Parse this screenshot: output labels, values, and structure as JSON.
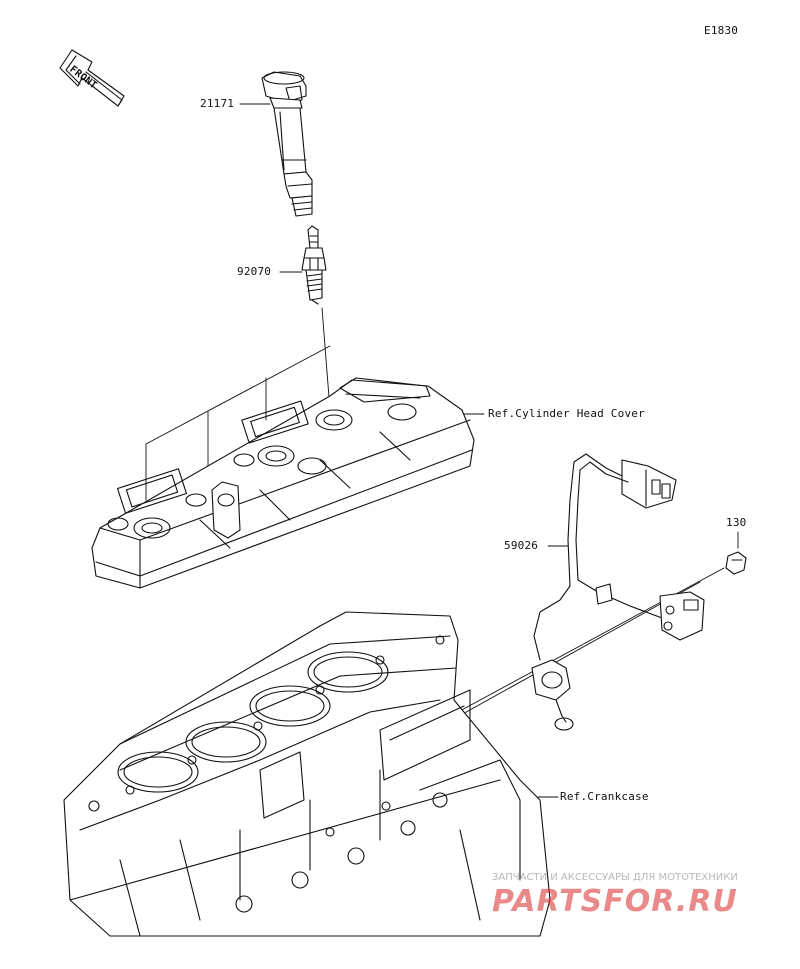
{
  "diagram": {
    "code": "E1830",
    "front_arrow": "FRONT"
  },
  "parts": [
    {
      "number": "21171"
    },
    {
      "number": "92070"
    },
    {
      "number": "59026"
    },
    {
      "number": "130"
    }
  ],
  "references": {
    "cylinder_head_cover": "Ref.Cylinder Head Cover",
    "crankcase": "Ref.Crankcase"
  },
  "watermark": {
    "tagline": "ЗАПЧАСТИ И АКСЕССУАРЫ ДЛЯ МОТОТЕХНИКИ",
    "logo": "PARTSFOR.RU"
  },
  "colors": {
    "line": "#111111",
    "watermark": "#d72828"
  }
}
